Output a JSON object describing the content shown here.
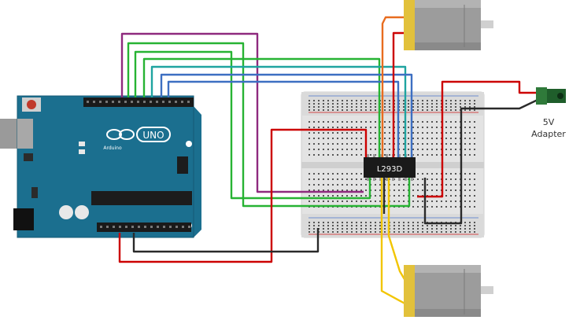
{
  "labels": {
    "arduino_brand": "UNO",
    "arduino_sub": "Arduino",
    "chip": "L293D",
    "adapter_line1": "5V",
    "adapter_line2": "Adapter"
  },
  "colors": {
    "arduino_board": "#1b6f8f",
    "breadboard": "#e6e6e6",
    "chip": "#1a1a1a",
    "wire_red": "#cc0000",
    "wire_purple": "#8e2a7e",
    "wire_green": "#27b333",
    "wire_blue": "#3d6fc2",
    "wire_teal": "#1fa4a0",
    "wire_yellow": "#f2c500",
    "wire_orange": "#e86c1f",
    "wire_black": "#2a2a2a",
    "motor_body": "#9c9c9c",
    "motor_cap": "#e2c13b"
  }
}
